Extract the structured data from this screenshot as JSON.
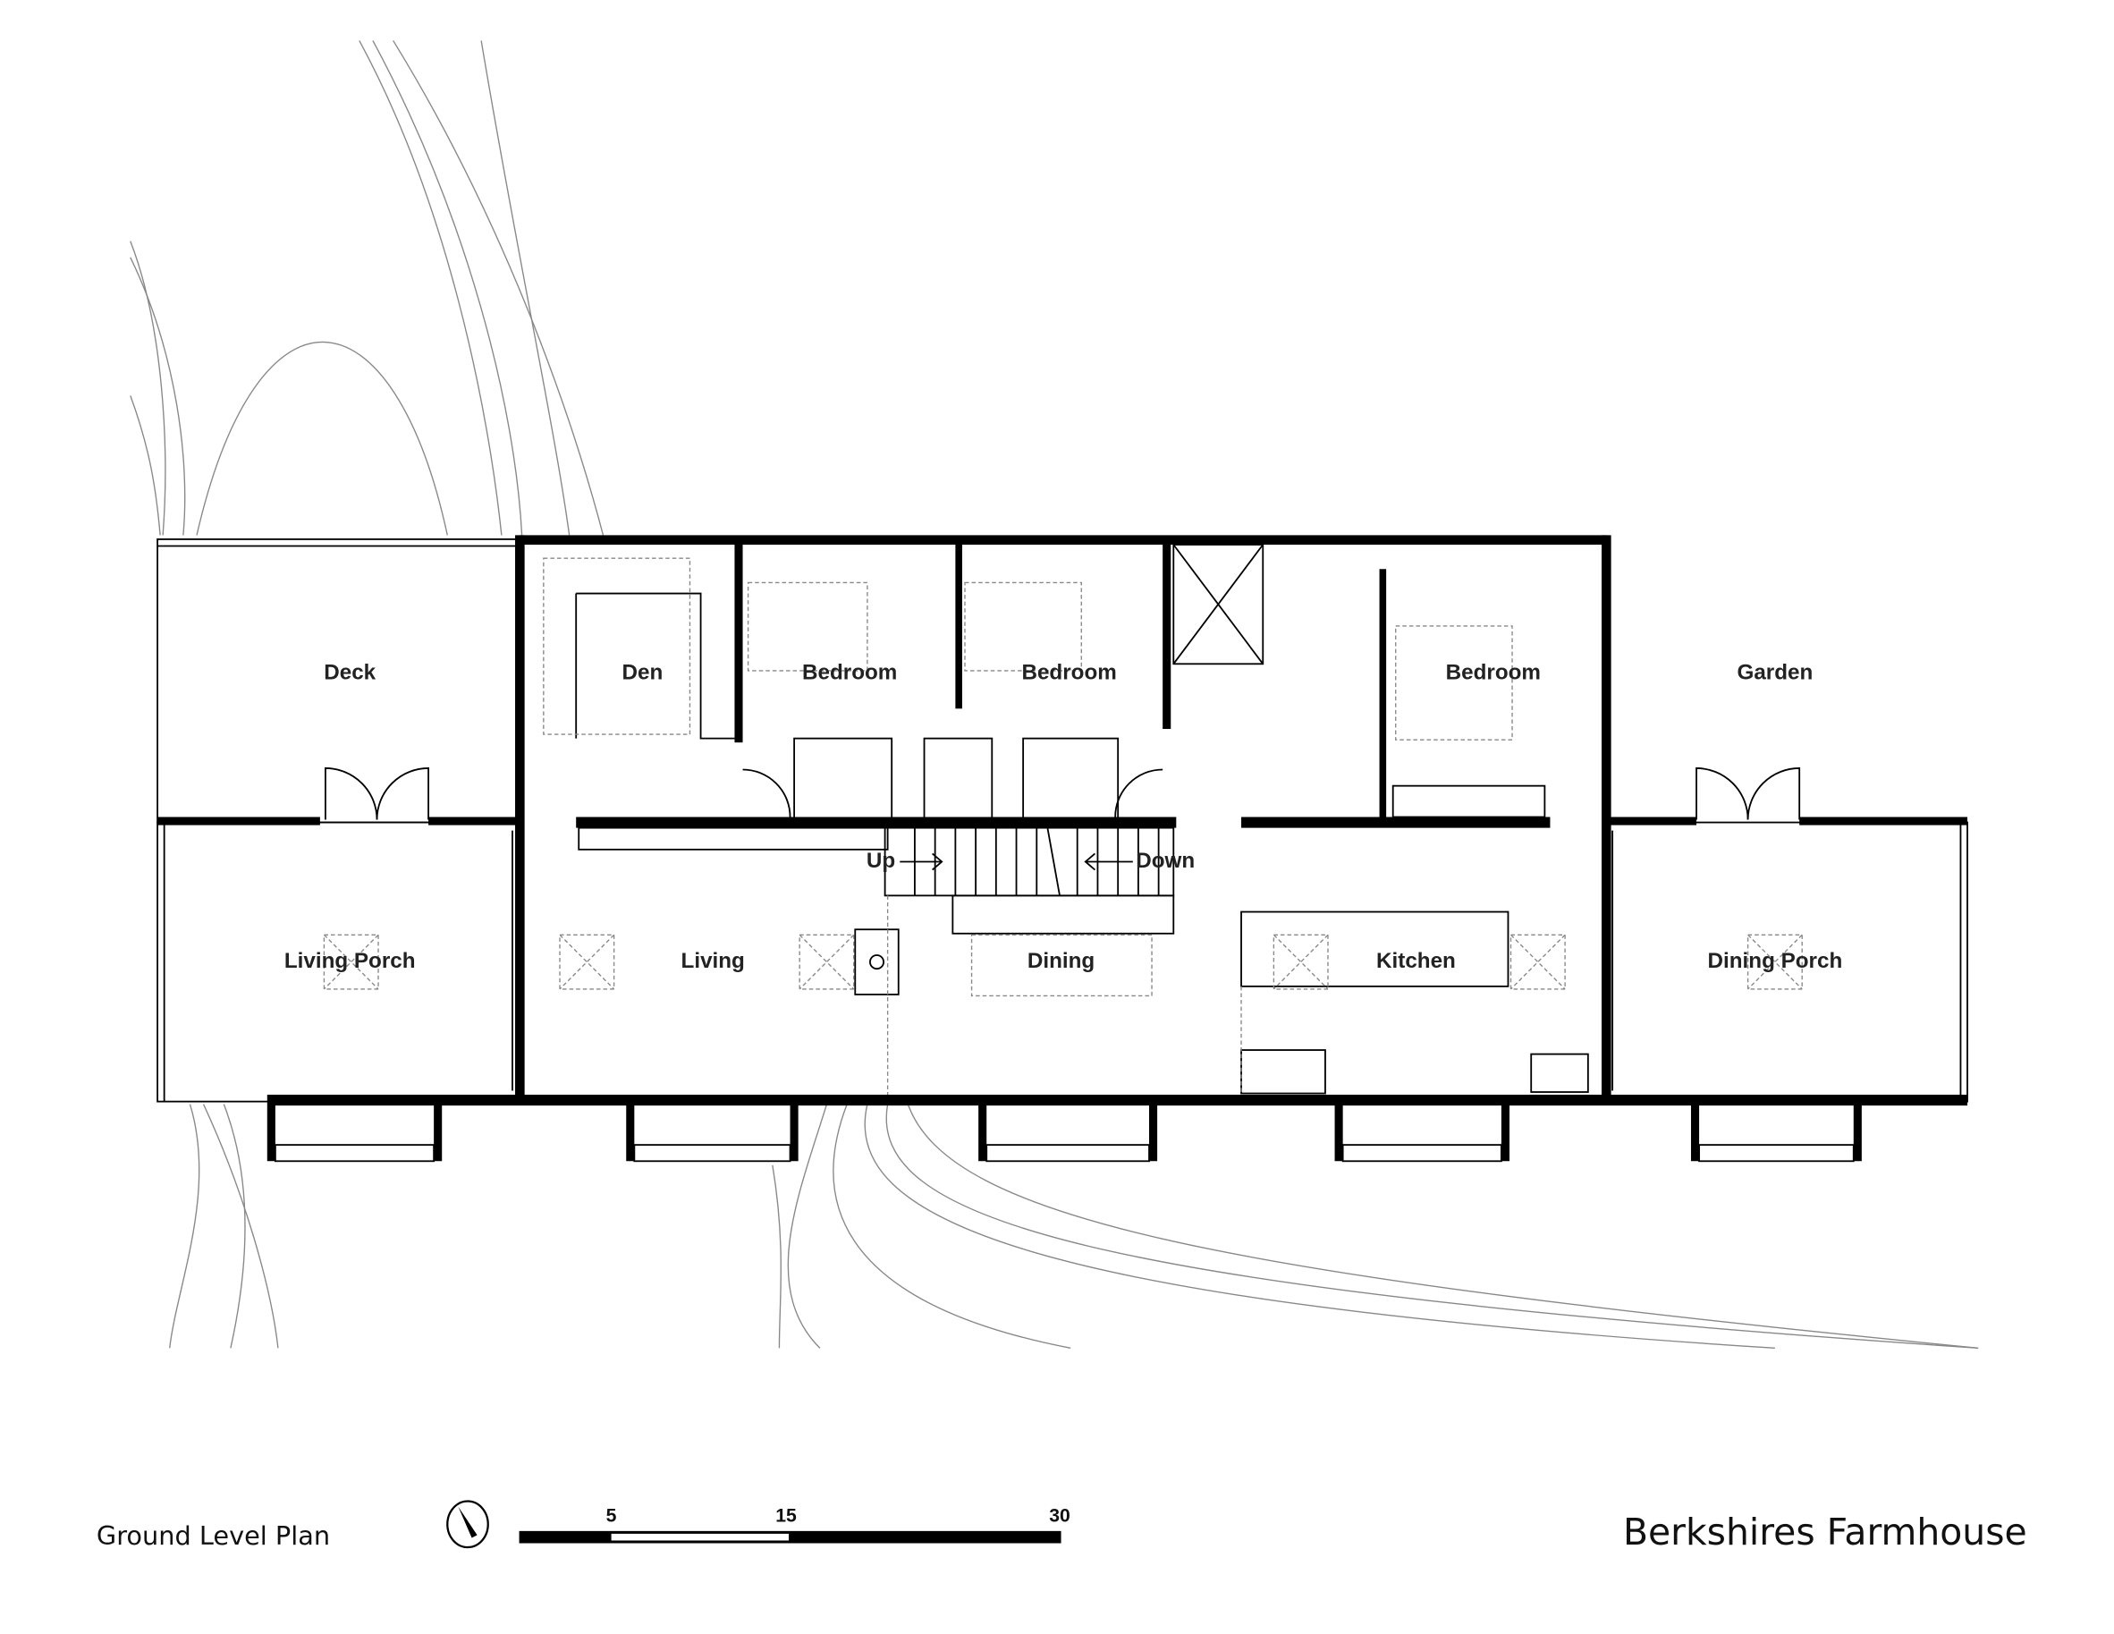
{
  "plan": {
    "rooms": {
      "deck": "Deck",
      "den": "Den",
      "bedroom_1": "Bedroom",
      "bedroom_2": "Bedroom",
      "bedroom_3": "Bedroom",
      "garden": "Garden",
      "living_porch": "Living Porch",
      "living": "Living",
      "dining": "Dining",
      "kitchen": "Kitchen",
      "dining_porch": "Dining Porch"
    },
    "stairs": {
      "up": "Up",
      "down": "Down"
    }
  },
  "footer": {
    "caption": "Ground Level Plan",
    "scale_ticks": [
      "5",
      "15",
      "30"
    ],
    "project_title": "Berkshires Farmhouse"
  }
}
